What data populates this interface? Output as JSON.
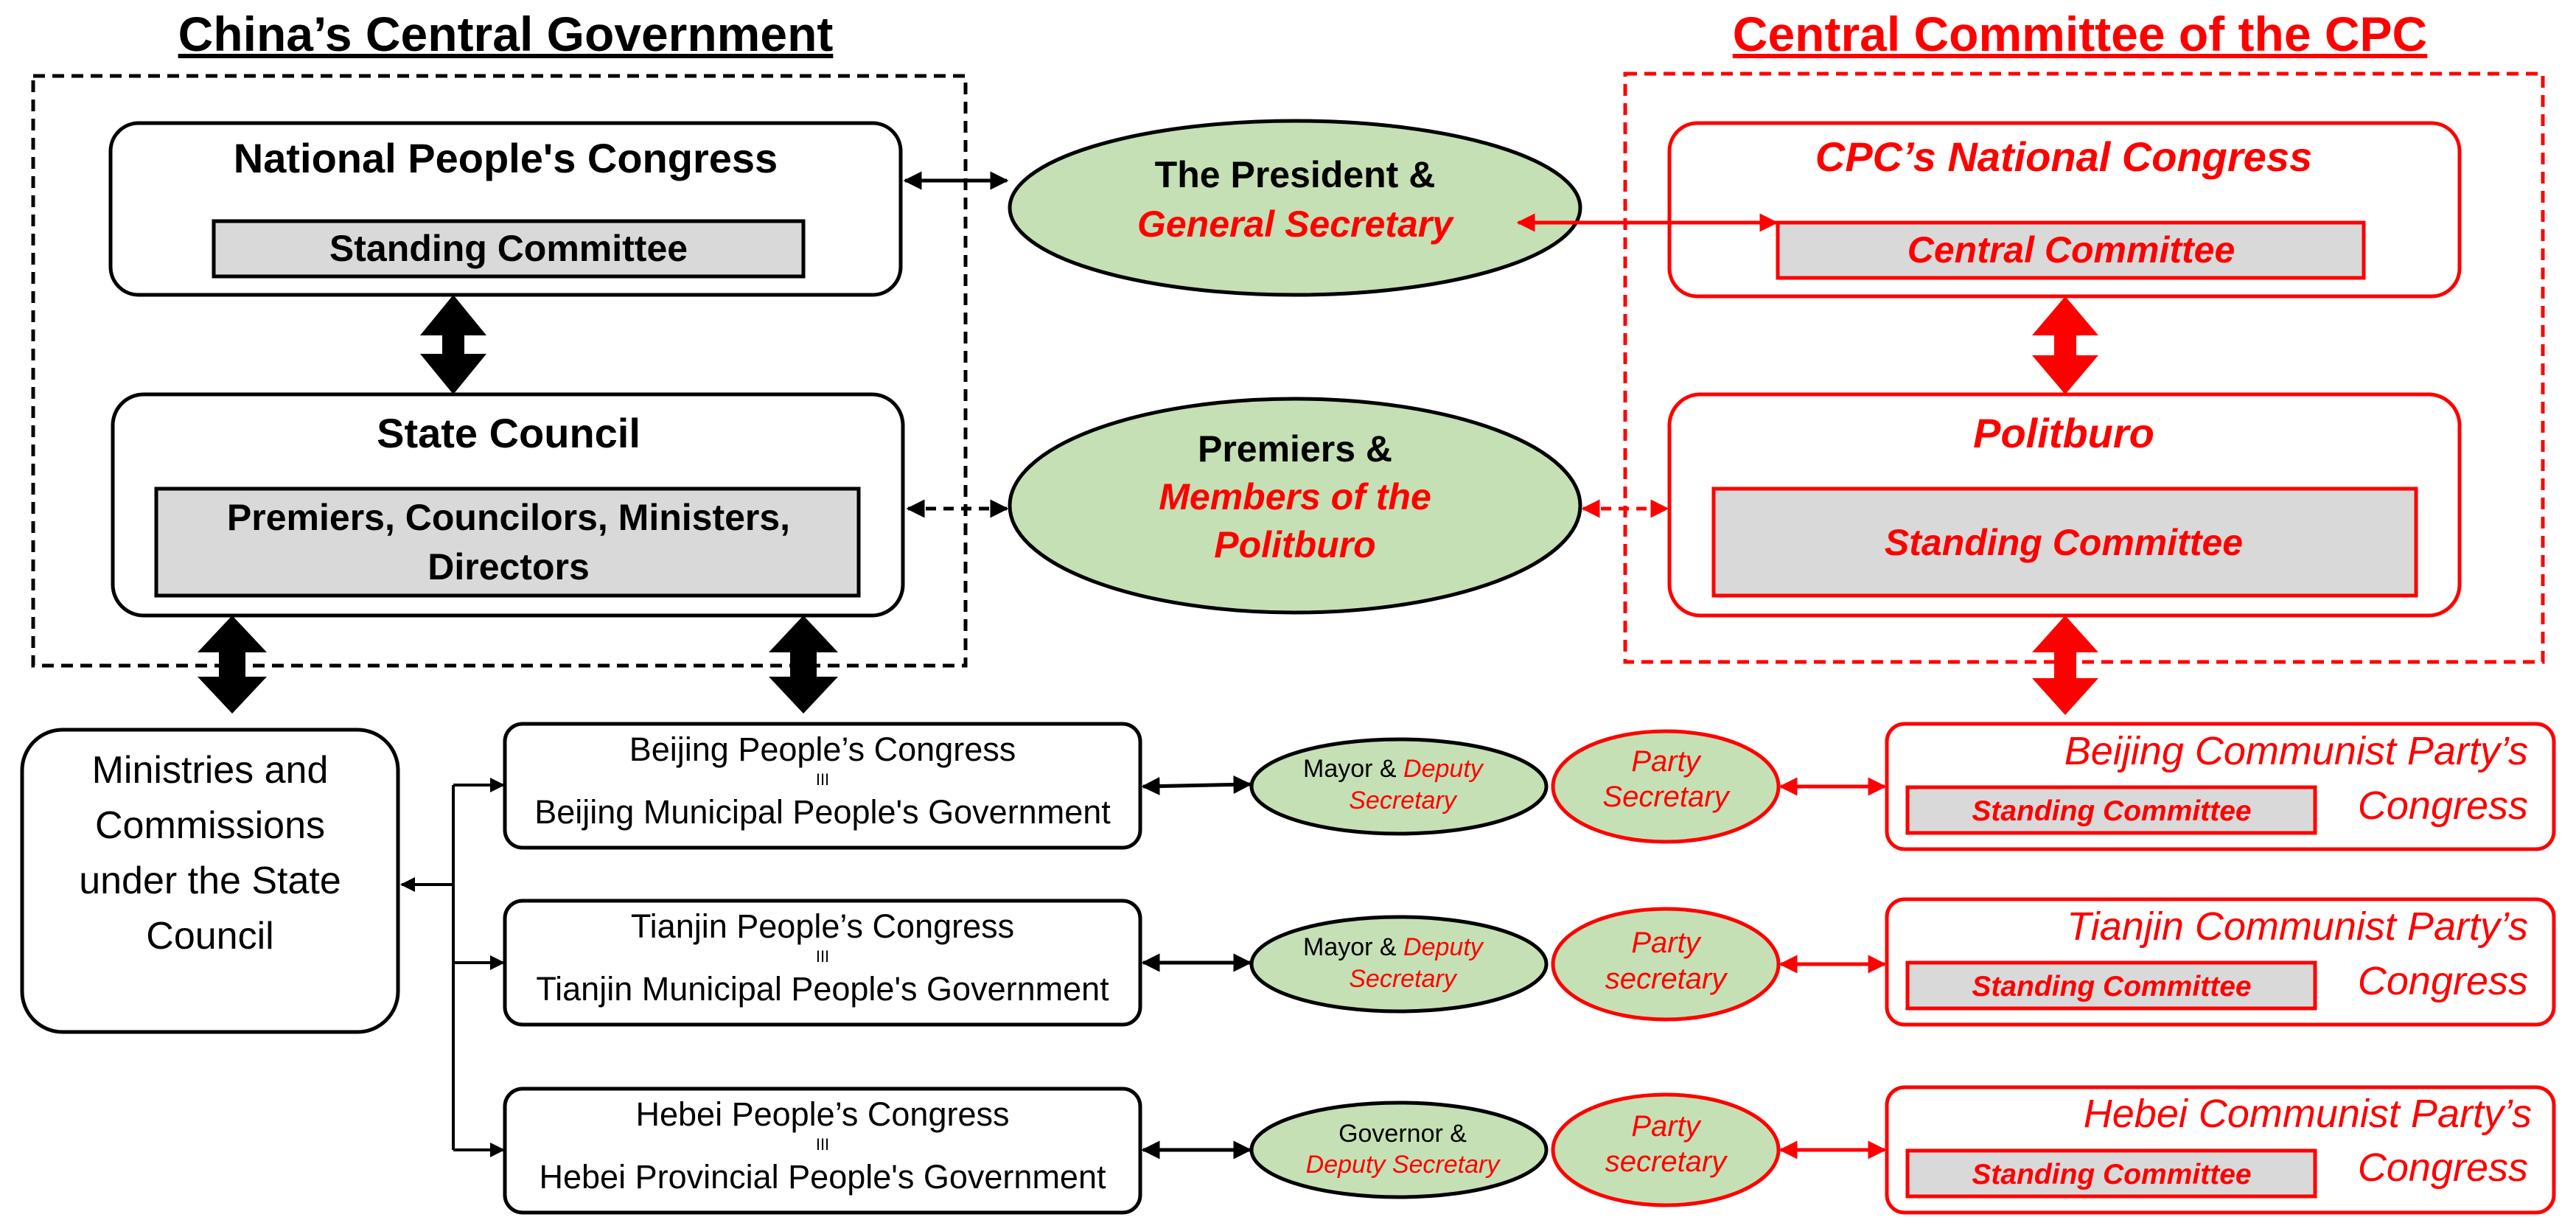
{
  "left_title": "China’s Central Government",
  "right_title": "Central Committee of the CPC",
  "npc": {
    "title": "National People's Congress",
    "sub": "Standing Committee"
  },
  "state_council": {
    "title": "State Council",
    "sub_line1": "Premiers, Councilors, Ministers,",
    "sub_line2": "Directors"
  },
  "president": {
    "line1": "The President &",
    "line2": "General Secretary"
  },
  "premiers": {
    "line1": "Premiers &",
    "line2": "Members of the",
    "line3": "Politburo"
  },
  "cpc_congress": {
    "title": "CPC’s National Congress",
    "sub": "Central Committee"
  },
  "politburo": {
    "title": "Politburo",
    "sub": "Standing Committee"
  },
  "ministries": {
    "line1": "Ministries  and",
    "line2": "Commissions",
    "line3": "under the State",
    "line4": "Council"
  },
  "equiv_mark": "III",
  "provinces": [
    {
      "congress": "Beijing People’s Congress",
      "government": "Beijing Municipal People's Government",
      "leader_a": "Mayor & ",
      "leader_b": "Deputy",
      "leader_c": "Secretary",
      "party_1": "Party",
      "party_2": "Secretary",
      "cpc_1": "Beijing Communist Party’s",
      "cpc_2": "Congress",
      "cpc_sc": "Standing Committee"
    },
    {
      "congress": "Tianjin People’s Congress",
      "government": "Tianjin Municipal People's Government",
      "leader_a": "Mayor & ",
      "leader_b": "Deputy",
      "leader_c": "Secretary",
      "party_1": "Party",
      "party_2": "secretary",
      "cpc_1": "Tianjin Communist Party’s",
      "cpc_2": "Congress",
      "cpc_sc": "Standing Committee"
    },
    {
      "congress": "Hebei People’s Congress",
      "government": "Hebei Provincial People's Government",
      "leader_a": "Governor &",
      "leader_b": "",
      "leader_c": "Deputy Secretary",
      "party_1": "Party",
      "party_2": "secretary",
      "cpc_1": "Hebei Communist Party’s",
      "cpc_2": "Congress",
      "cpc_sc": "Standing Committee"
    }
  ],
  "colors": {
    "red": "#ff0000",
    "green_fill": "#c5e0b4",
    "gray_fill": "#d9d9d9",
    "black": "#000000"
  }
}
